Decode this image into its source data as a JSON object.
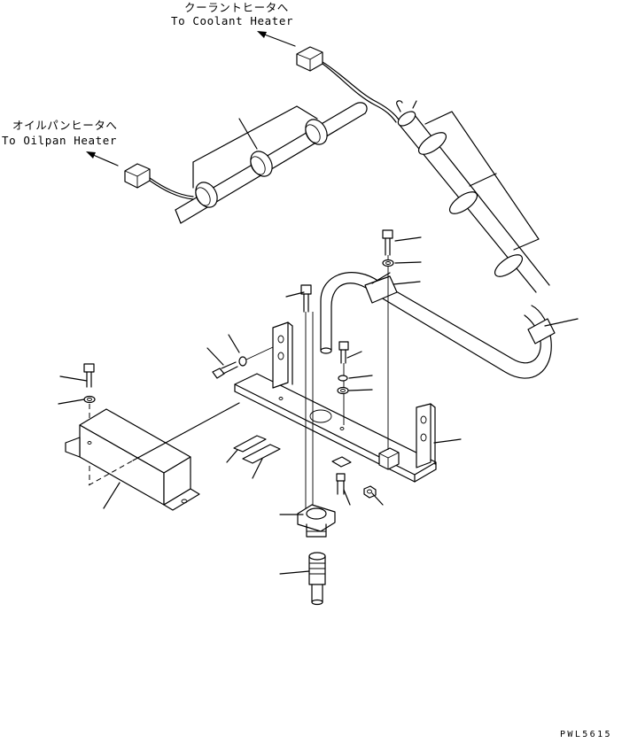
{
  "labels": {
    "coolant_jp": "クーラントヒータへ",
    "coolant_en": "To Coolant Heater",
    "oilpan_jp": "オイルパンヒータへ",
    "oilpan_en": "To Oilpan Heater"
  },
  "drawing_code": "PWL5615"
}
